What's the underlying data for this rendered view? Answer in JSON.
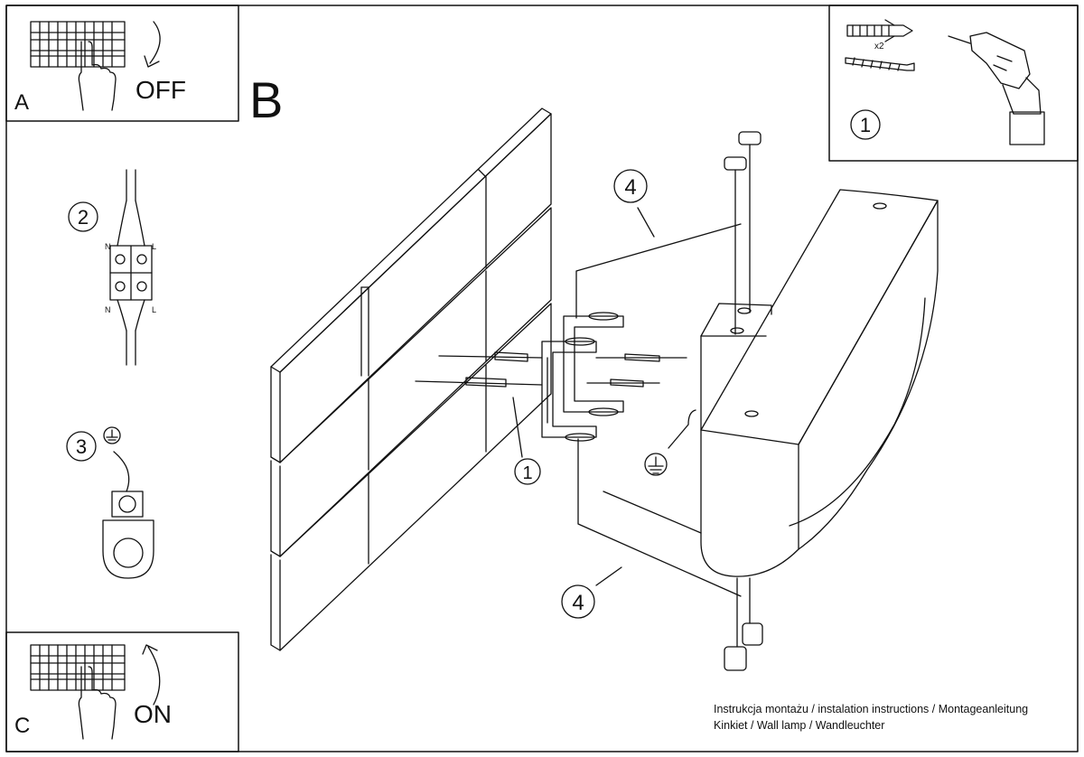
{
  "panels": {
    "a": {
      "letter": "A",
      "action": "OFF"
    },
    "b": {
      "letter": "B"
    },
    "c": {
      "letter": "C",
      "action": "ON"
    }
  },
  "steps": {
    "one": "1",
    "two": "2",
    "three": "3",
    "four": "4"
  },
  "terminal": {
    "n_label": "N",
    "l_label": "L"
  },
  "tools": {
    "quantity": "x2"
  },
  "footer": {
    "line1": "Instrukcja montażu / instalation instructions / Montageanleitung",
    "line2": "Kinkiet / Wall lamp / Wandleuchter"
  }
}
